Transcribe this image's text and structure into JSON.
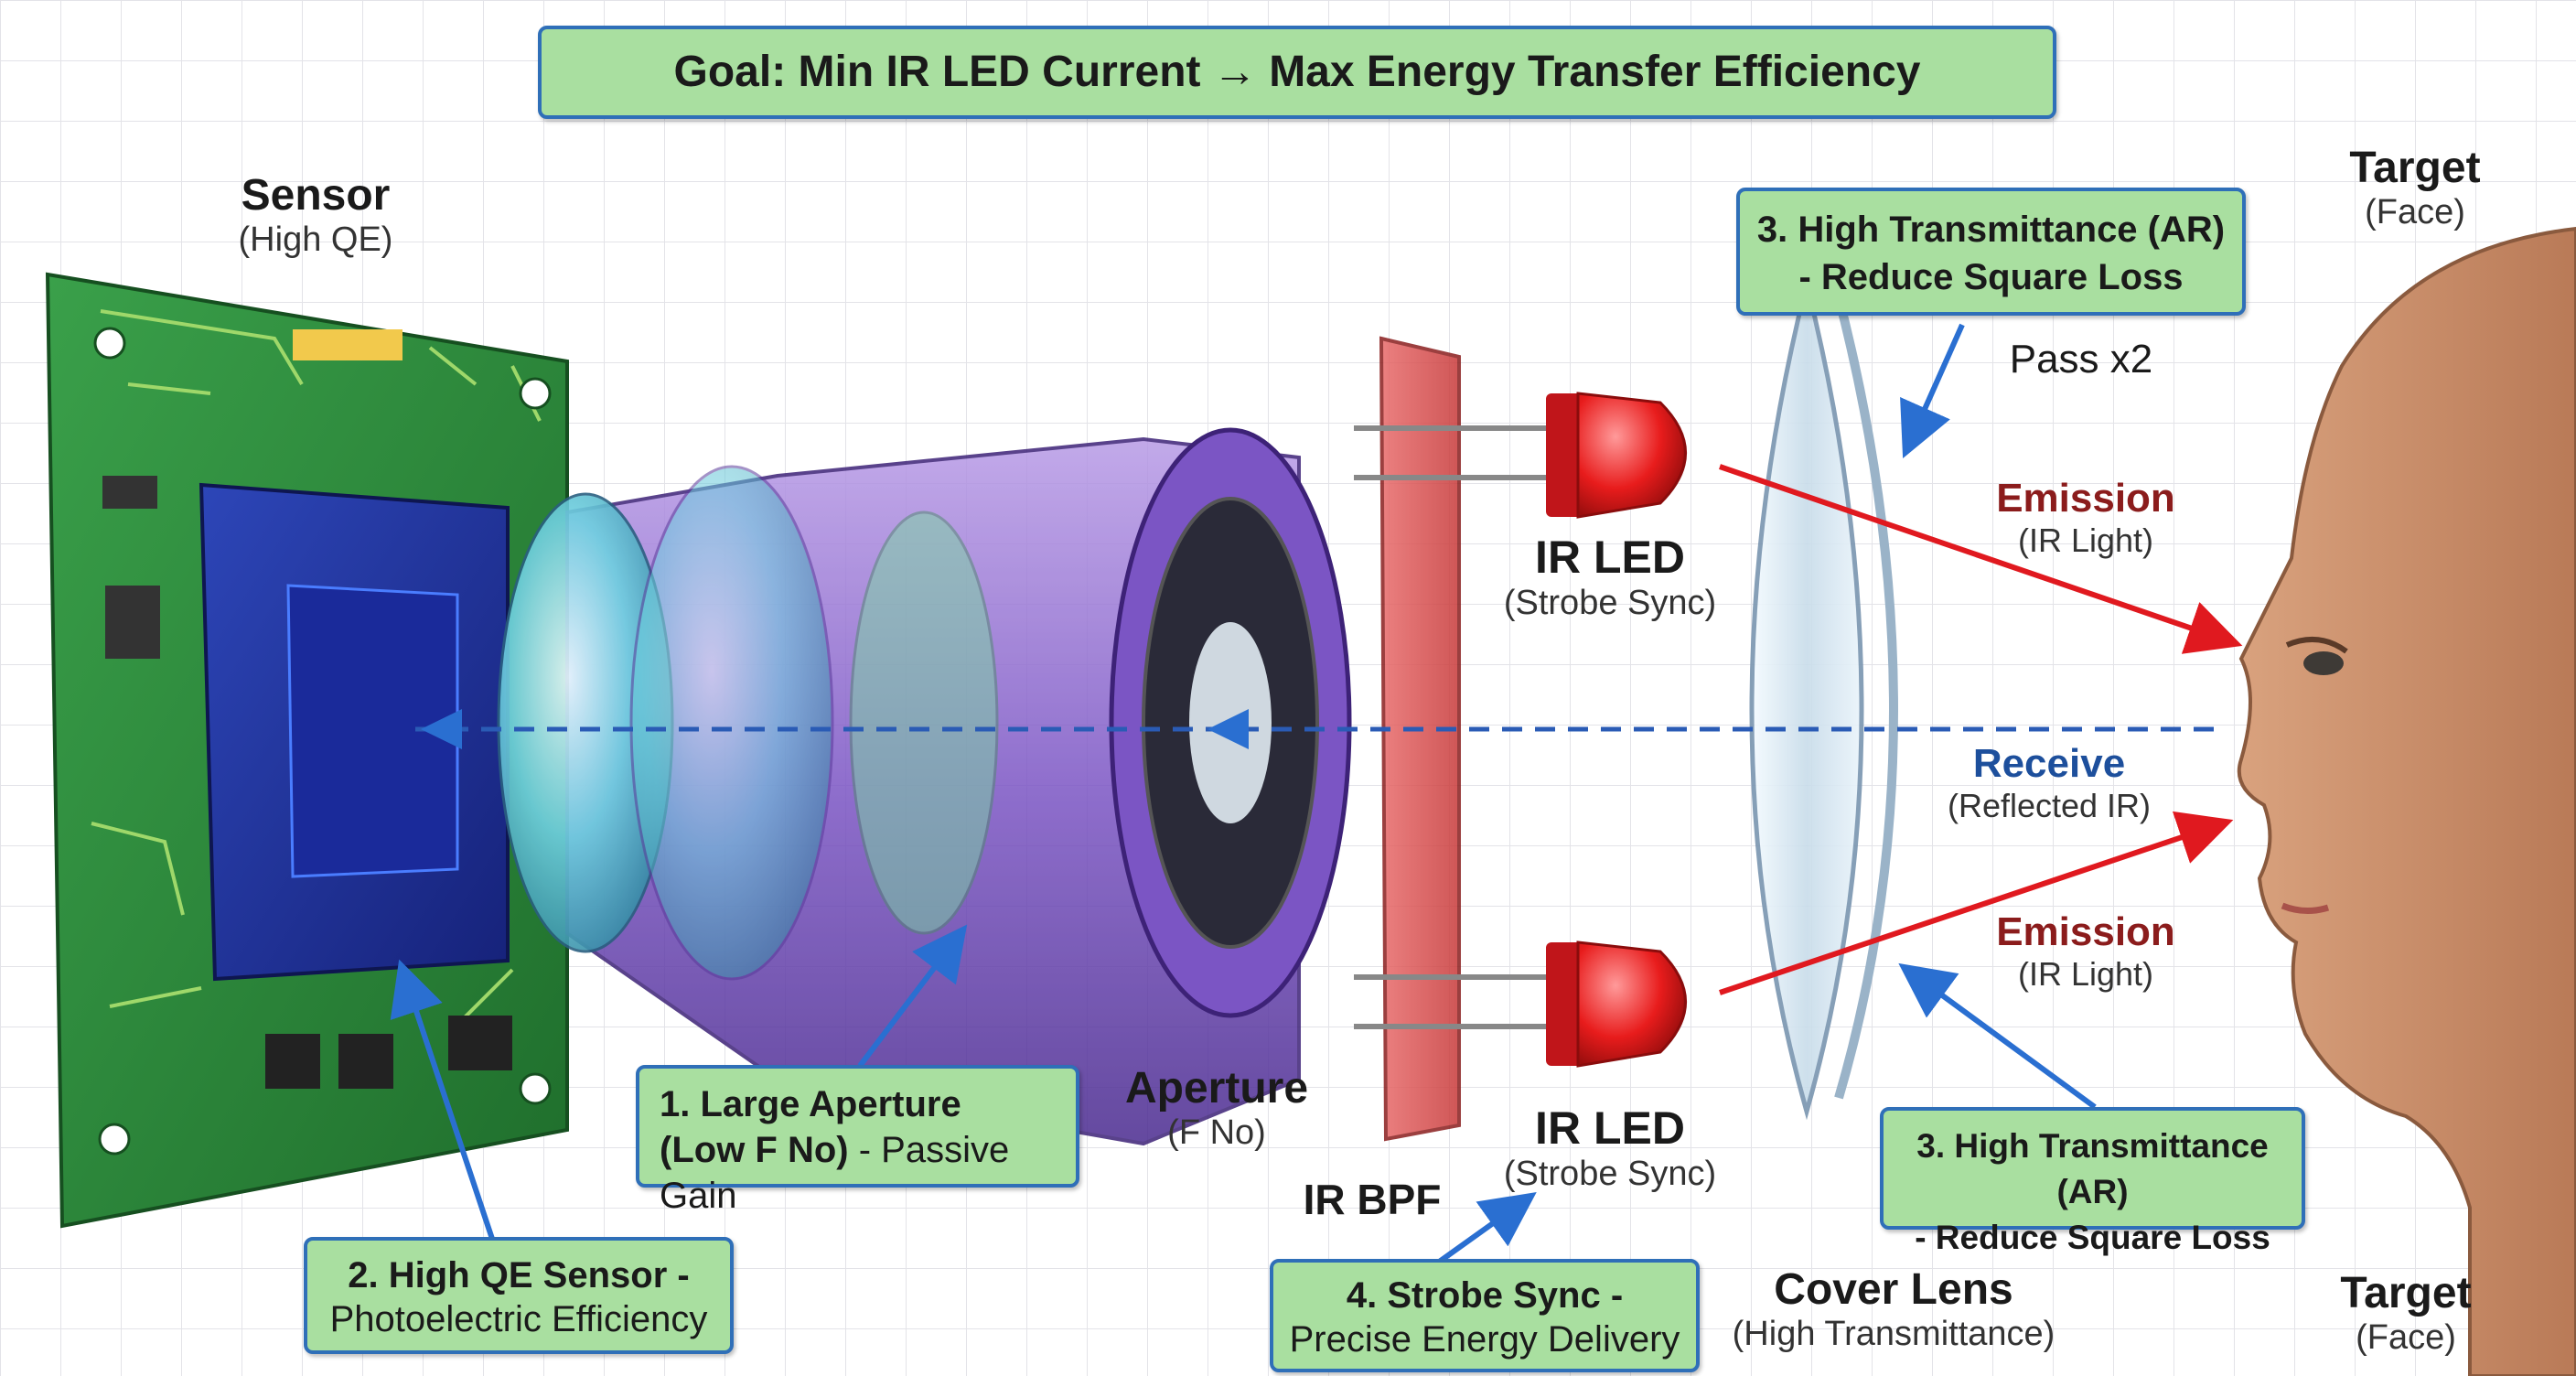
{
  "title": "Goal: Min IR LED Current → Max Energy Transfer Efficiency",
  "labels": {
    "sensor": {
      "title": "Sensor",
      "sub": "(High QE)"
    },
    "target_top": {
      "title": "Target",
      "sub": "(Face)"
    },
    "target_bottom": {
      "title": "Target",
      "sub": "(Face)"
    },
    "ir_led_top": {
      "title": "IR LED",
      "sub": "(Strobe Sync)"
    },
    "ir_led_bottom": {
      "title": "IR LED",
      "sub": "(Strobe Sync)"
    },
    "aperture": {
      "title": "Aperture",
      "sub": "(F No)"
    },
    "ir_bpf": {
      "title": "IR BPF"
    },
    "cover_lens": {
      "title": "Cover Lens",
      "sub": "(High Transmittance)"
    },
    "pass": "Pass x2",
    "emission_top": {
      "title": "Emission",
      "sub": "(IR Light)"
    },
    "receive": {
      "title": "Receive",
      "sub": "(Reflected IR)"
    },
    "emission_bottom": {
      "title": "Emission",
      "sub": "(IR Light)"
    }
  },
  "callouts": {
    "c1": {
      "bold": "1. Large Aperture (Low F No)",
      "rest": " - Passive Gain"
    },
    "c2": {
      "line1": "2. High QE Sensor -",
      "line2": "Photoelectric Efficiency"
    },
    "c3_top": {
      "line1": "3. High Transmittance (AR)",
      "line2": "- Reduce Square Loss"
    },
    "c3_bottom": {
      "line1": "3. High Transmittance (AR)",
      "line2": "- Reduce Square Loss"
    },
    "c4": {
      "line1": "4. Strobe Sync -",
      "line2": "Precise Energy Delivery"
    }
  },
  "colors": {
    "callout_fill": "#a9dfa0",
    "callout_border": "#2f6fb8",
    "ir_red": "#e0191f",
    "receive_blue": "#2a5bb5",
    "pcb_green": "#2f8a3a",
    "lens_purple": "#7b55c4"
  },
  "icons": [
    "pcb-board",
    "image-sensor-chip",
    "camera-lens-barrel",
    "ir-bandpass-filter",
    "ir-led",
    "cover-lens",
    "face-profile"
  ]
}
